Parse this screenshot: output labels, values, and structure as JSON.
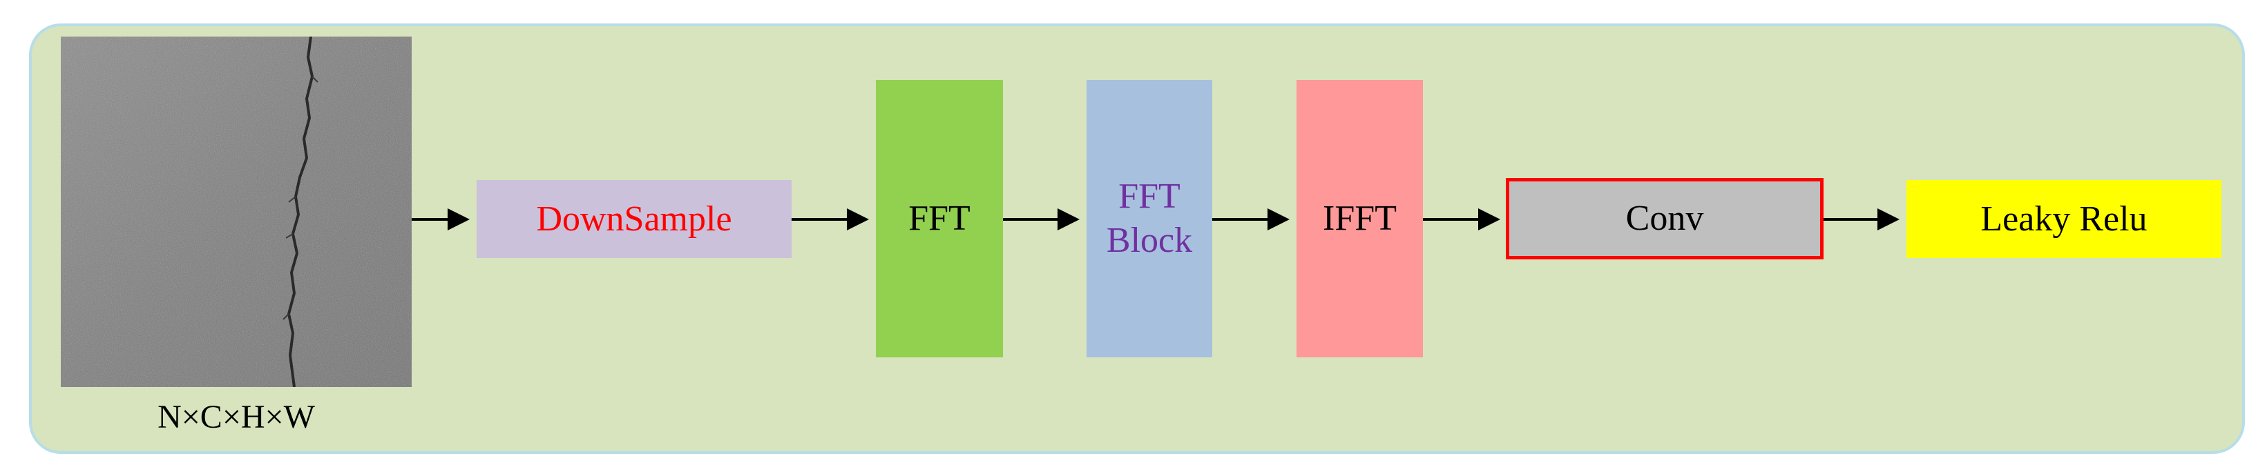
{
  "input": {
    "caption": "N×C×H×W"
  },
  "blocks": {
    "downsample": {
      "label": "DownSample",
      "text_color": "#ff0000",
      "fill": "#ccc1da"
    },
    "fft": {
      "label": "FFT",
      "text_color": "#000000",
      "fill": "#92d050"
    },
    "fft_block": {
      "line1": "FFT",
      "line2": "Block",
      "text_color": "#7030a0",
      "fill": "#a7c0de"
    },
    "ifft": {
      "label": "IFFT",
      "text_color": "#000000",
      "fill": "#ff9999"
    },
    "conv": {
      "label": "Conv",
      "text_color": "#000000",
      "fill": "#bfbfbf",
      "border": "#ff0000"
    },
    "leaky_relu": {
      "label": "Leaky Relu",
      "text_color": "#000000",
      "fill": "#ffff00"
    }
  },
  "colors": {
    "panel_background": "#d7e4bd",
    "panel_border": "#b7dde8",
    "arrow": "#000000"
  }
}
